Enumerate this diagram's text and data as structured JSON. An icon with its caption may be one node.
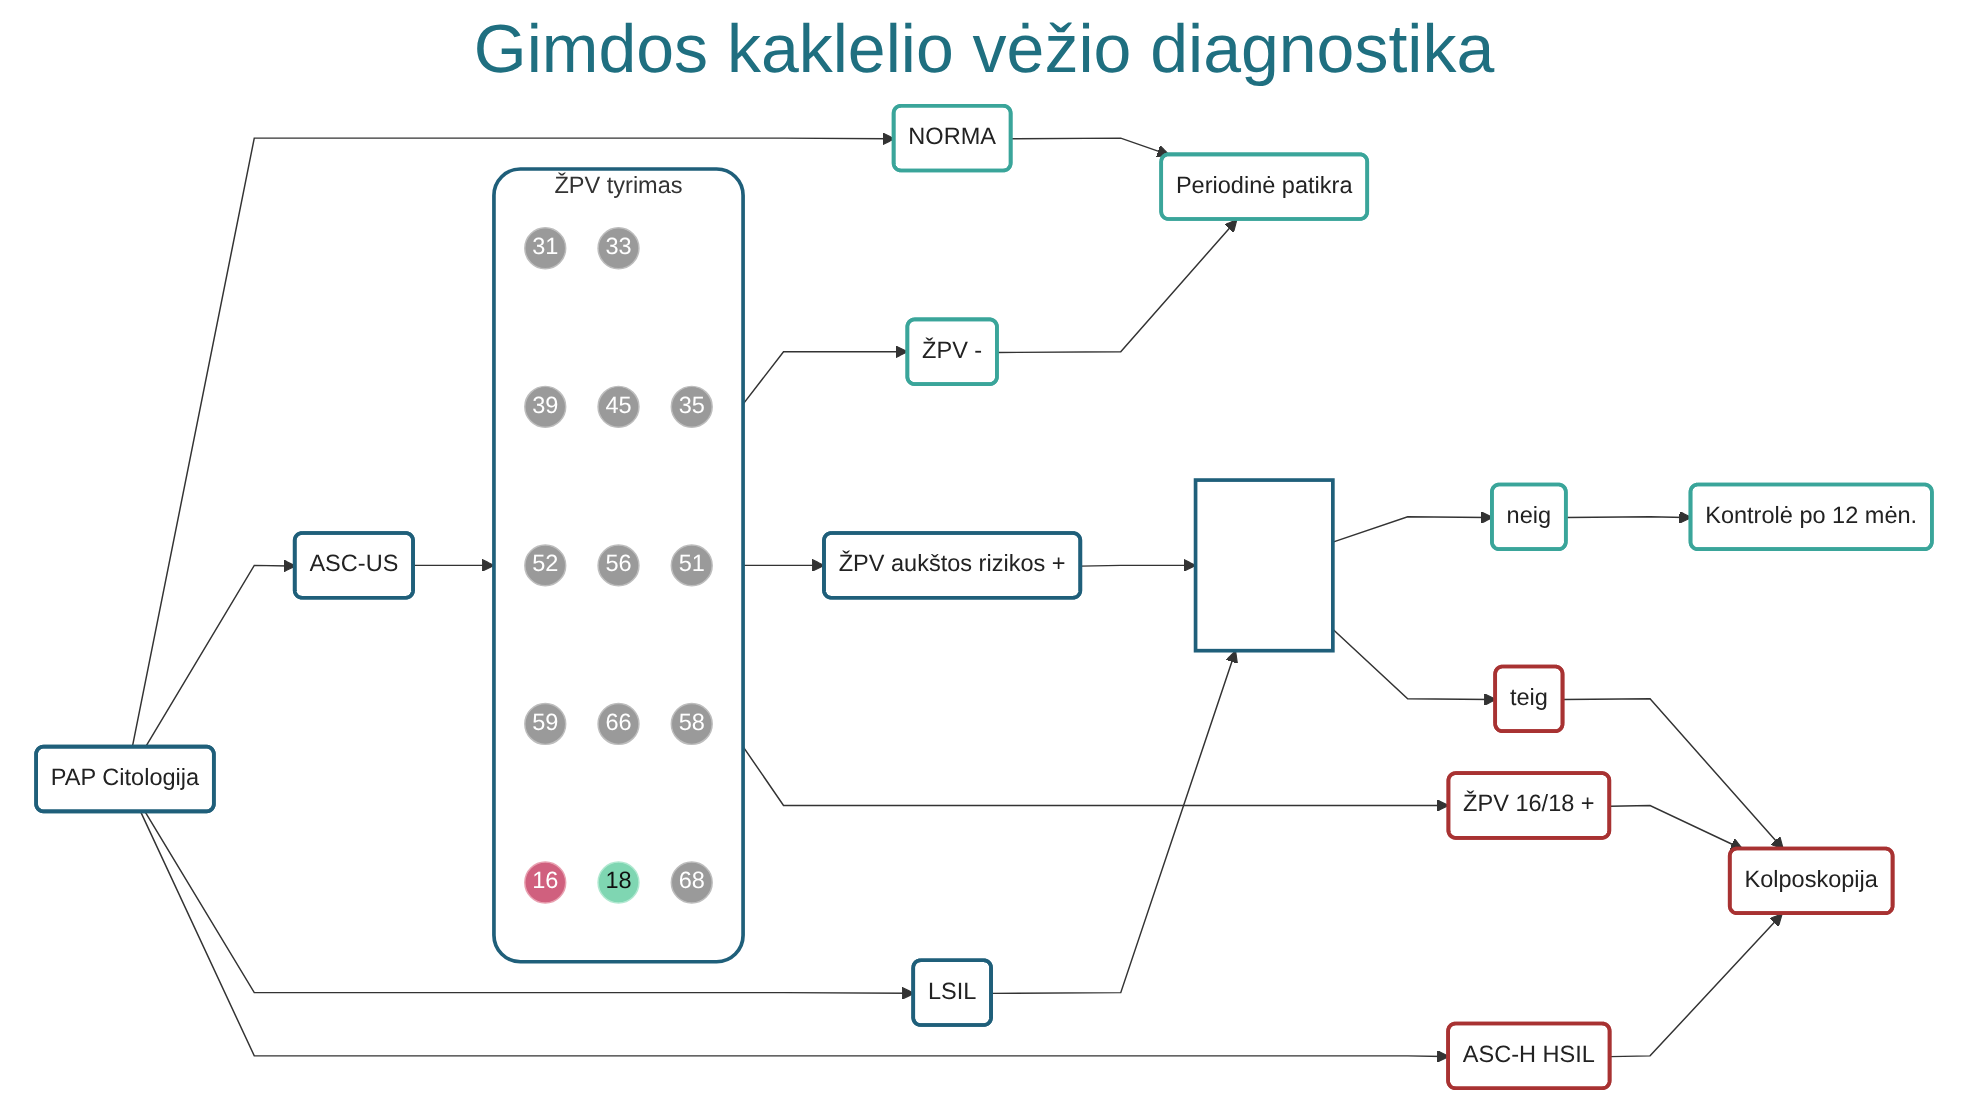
{
  "diagram": {
    "title": "Gimdos kaklelio vėžio diagnostika",
    "nodes": [
      {
        "text": [
          "PAP Citologija"
        ]
      },
      {
        "text": [
          "NORMA"
        ]
      },
      {
        "text": [
          "ASC-US"
        ]
      },
      {
        "text": [
          "LSIL"
        ]
      },
      {
        "text": [
          "ASC-H HSIL"
        ]
      },
      {
        "text": [
          "Periodinė patikra"
        ]
      },
      {
        "text": [
          "ŽPV tyrimas"
        ]
      },
      {
        "text": [
          "31"
        ],
        "in": 6
      },
      {
        "text": [
          "33"
        ],
        "in": 6
      },
      {
        "text": [
          "35"
        ],
        "in": 6
      },
      {
        "text": [
          "39"
        ],
        "in": 6
      },
      {
        "text": [
          "45"
        ],
        "in": 6
      },
      {
        "text": [
          "51"
        ],
        "in": 6
      },
      {
        "text": [
          "52"
        ],
        "in": 6
      },
      {
        "text": [
          "56"
        ],
        "in": 6
      },
      {
        "text": [
          "58"
        ],
        "in": 6
      },
      {
        "text": [
          "59"
        ],
        "in": 6
      },
      {
        "text": [
          "66"
        ],
        "in": 6
      },
      {
        "text": [
          "68"
        ],
        "in": 6
      },
      {
        "text": [
          "16"
        ],
        "in": 6
      },
      {
        "text": [
          "18"
        ],
        "in": 6
      },
      {
        "text": [
          "ŽPV -"
        ]
      },
      {
        "text": [
          "ŽPV aukštos rizikos +"
        ]
      },
      {
        "text": [
          "ŽPV 16/18 +"
        ]
      },
      {
        "text": [],
        "shape": "box"
      },
      {
        "text": [
          "Kontrolė po 12 mėn."
        ]
      },
      {
        "text": [
          "neig"
        ]
      },
      {
        "text": [
          "teig"
        ]
      },
      {
        "text": [
          "Kolposkopija"
        ]
      }
    ],
    "edges": [
      {
        "from": 0,
        "to": 1,
        "arrow": "to"
      },
      {
        "from": 0,
        "to": 2,
        "arrow": "to"
      },
      {
        "from": 0,
        "to": 3,
        "arrow": "to"
      },
      {
        "from": 0,
        "to": 4,
        "arrow": "to"
      },
      {
        "from": 1,
        "to": 5,
        "arrow": "to"
      },
      {
        "from": 2,
        "to": 6,
        "arrow": "to"
      },
      {
        "from": 3,
        "to": 24,
        "arrow": "to"
      },
      {
        "from": 4,
        "to": 28,
        "arrow": "to"
      },
      {
        "from": 6,
        "to": 21,
        "arrow": "to"
      },
      {
        "from": 21,
        "to": 5,
        "arrow": "to"
      },
      {
        "from": 6,
        "to": 22,
        "arrow": "to"
      },
      {
        "from": 6,
        "to": 23,
        "arrow": "to"
      },
      {
        "from": 22,
        "to": 24,
        "arrow": "to"
      },
      {
        "from": 24,
        "to": 26,
        "arrow": "to"
      },
      {
        "from": 26,
        "to": 25,
        "arrow": "to"
      },
      {
        "from": 24,
        "to": 27,
        "arrow": "to"
      },
      {
        "from": 23,
        "to": 28,
        "arrow": "to"
      },
      {
        "from": 27,
        "to": 28,
        "arrow": "to"
      }
    ]
  }
}
